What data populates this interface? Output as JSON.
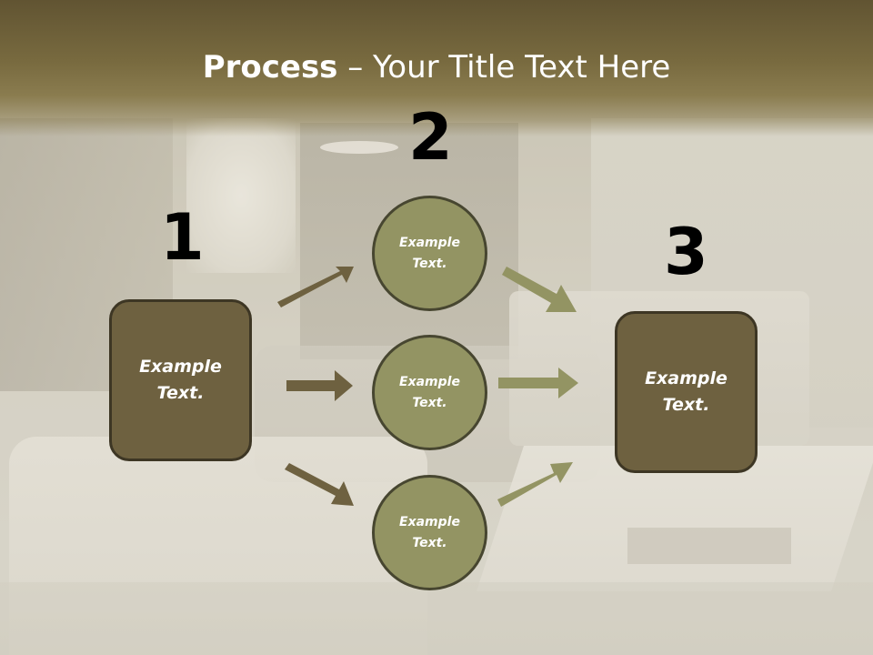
{
  "slide": {
    "title_bold": "Process",
    "title_rest": " – Your Title Text Here"
  },
  "steps": {
    "numbers": [
      "1",
      "2",
      "3"
    ]
  },
  "nodes": {
    "left_box": "Example\nText.",
    "circle_top": "Example\nText.",
    "circle_middle": "Example\nText.",
    "circle_bottom": "Example\nText.",
    "right_box": "Example\nText."
  },
  "colors": {
    "title_band": "#786a3f",
    "box_fill": "#6e6140",
    "box_border": "#3d3624",
    "circle_fill": "#939463",
    "circle_border": "#474630",
    "arrow_dark": "#6e6140",
    "arrow_light": "#939463"
  }
}
